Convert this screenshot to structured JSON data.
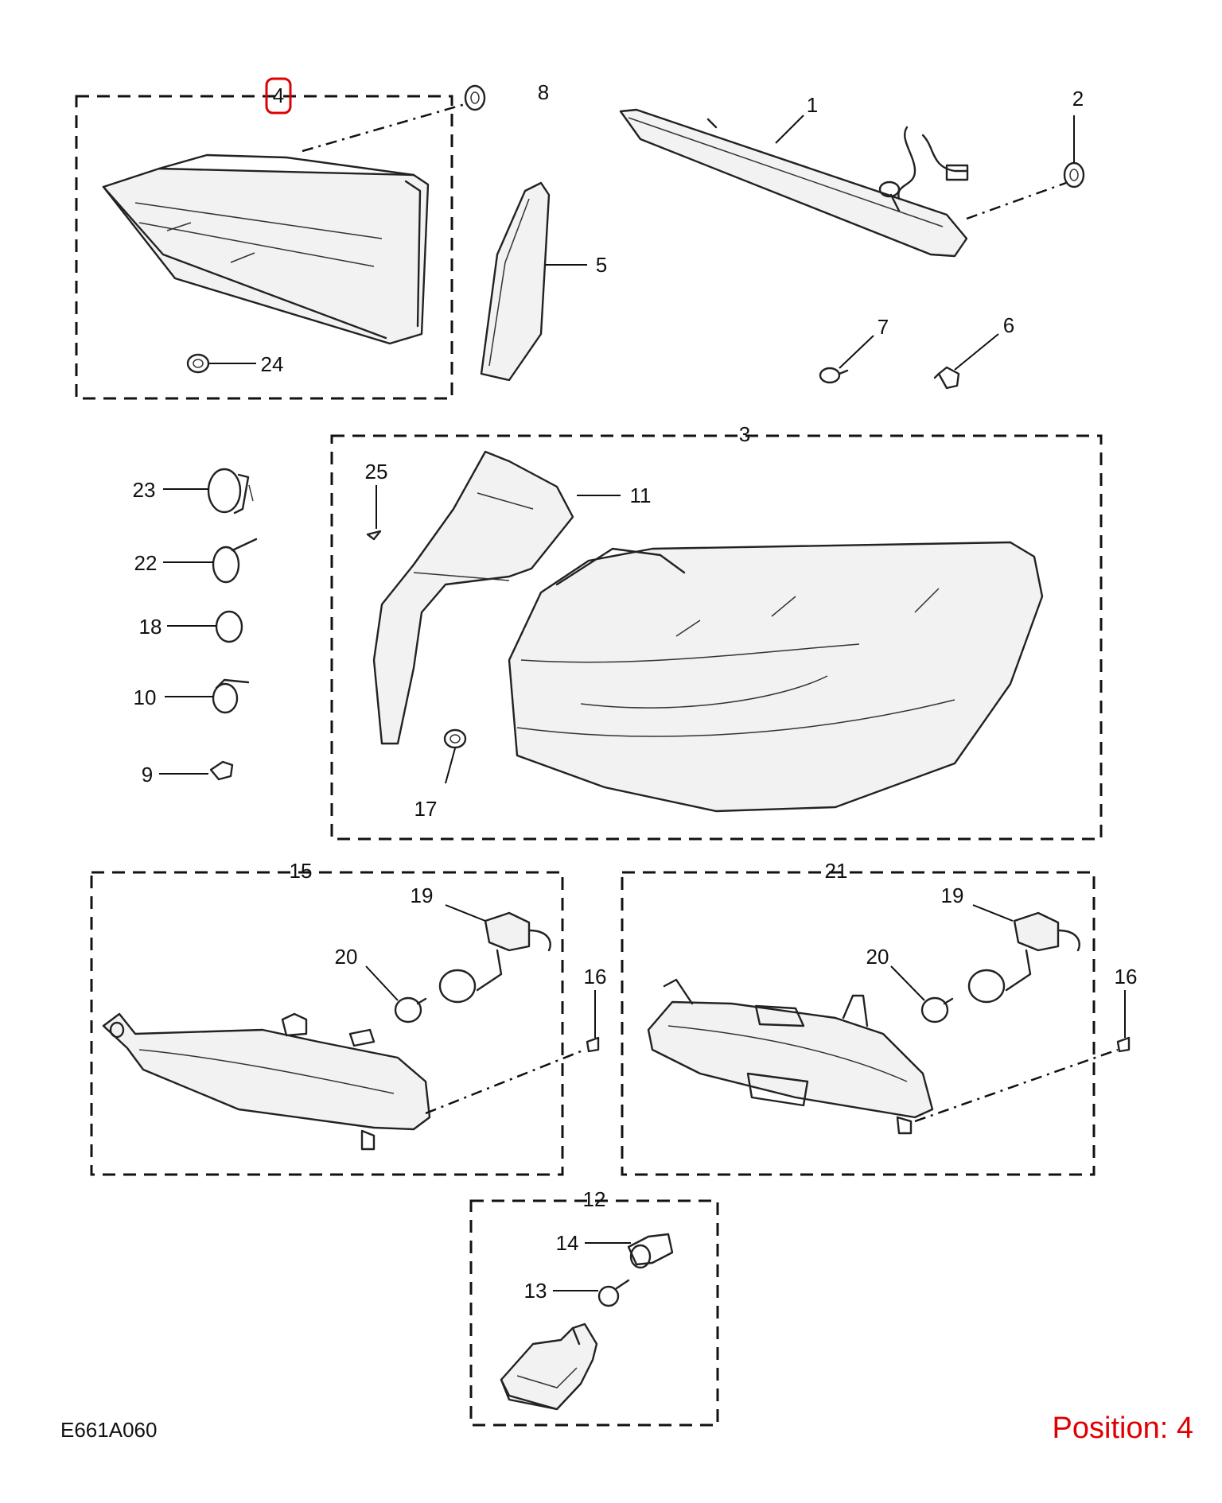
{
  "diagram": {
    "id_label": "E661A060",
    "position_label": "Position: 4",
    "highlight_color": "#e00000",
    "highlighted_callout": "4",
    "callouts": [
      "1",
      "2",
      "3",
      "4",
      "5",
      "6",
      "7",
      "8",
      "9",
      "10",
      "11",
      "12",
      "13",
      "14",
      "15",
      "16",
      "17",
      "18",
      "19",
      "20",
      "21",
      "22",
      "23",
      "24",
      "25"
    ],
    "repeated_callouts": {
      "16b": "16",
      "19b": "19",
      "20b": "20"
    },
    "groups": {
      "g4": "4",
      "g3": "3",
      "g15": "15",
      "g21": "21",
      "g12": "12"
    }
  }
}
